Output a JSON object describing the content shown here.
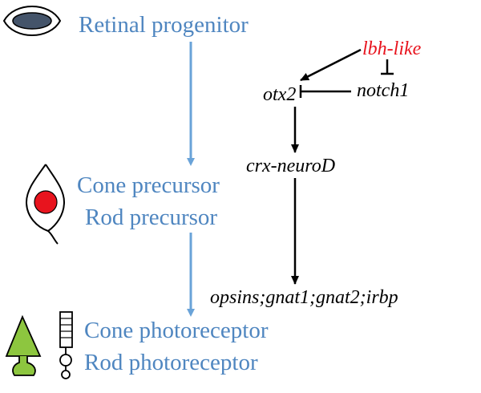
{
  "colors": {
    "stage_text": "#4f86c0",
    "stage_arrow": "#6aa3d8",
    "gene_text": "#000000",
    "highlight_gene": "#e8141e",
    "cone_cell_fill": "#8dc63f",
    "nucleus_red": "#e8141e",
    "progenitor_fill": "#44546a"
  },
  "stages": {
    "progenitor": "Retinal progenitor",
    "cone_precursor": "Cone precursor",
    "rod_precursor": "Rod precursor",
    "cone_photoreceptor": "Cone photoreceptor",
    "rod_photoreceptor": "Rod photoreceptor"
  },
  "genes": {
    "lbh_like": "lbh-like",
    "notch1": "notch1",
    "otx2": "otx2",
    "crx_neurod": "crx-neuroD",
    "targets": "opsins;gnat1;gnat2;irbp"
  },
  "icons": {
    "progenitor": "retinal-progenitor-cell-icon",
    "precursor": "precursor-cell-icon",
    "cone": "cone-photoreceptor-icon",
    "rod": "rod-photoreceptor-icon"
  },
  "edges": [
    {
      "from": "lbh_like",
      "to": "otx2",
      "type": "activation"
    },
    {
      "from": "lbh_like",
      "to": "notch1",
      "type": "inhibition"
    },
    {
      "from": "notch1",
      "to": "otx2",
      "type": "inhibition"
    },
    {
      "from": "otx2",
      "to": "crx_neurod",
      "type": "activation"
    },
    {
      "from": "crx_neurod",
      "to": "targets",
      "type": "activation"
    },
    {
      "from": "progenitor",
      "to": "precursor",
      "type": "differentiation"
    },
    {
      "from": "precursor",
      "to": "photoreceptor",
      "type": "differentiation"
    }
  ]
}
